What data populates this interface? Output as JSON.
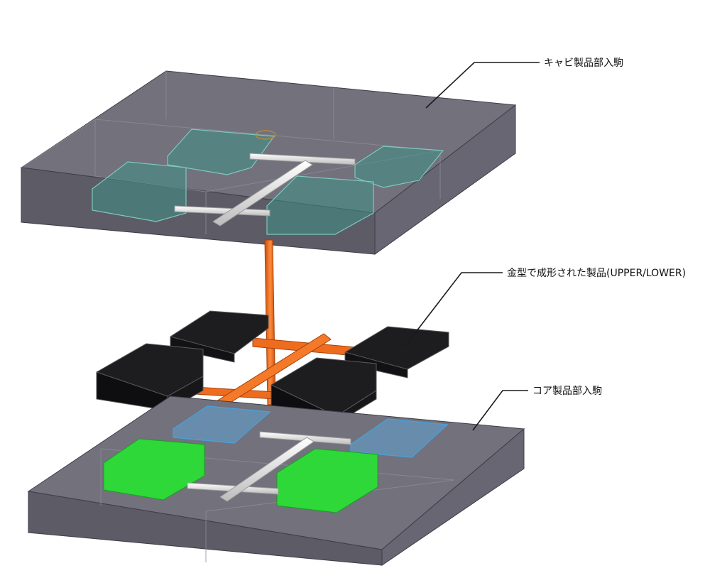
{
  "callouts": {
    "cavity_insert": "キャビ製品部入駒",
    "molded_product": "金型で成形された製品(UPPER/LOWER)",
    "core_insert": "コア製品部入駒"
  },
  "colors": {
    "mold_block_top": "#70707a",
    "mold_block_front": "#5e5e68",
    "mold_block_side": "#6a6a74",
    "mold_edge": "#3a3a44",
    "cavity_insert": "#3f8f86",
    "runner_orange": "#f06a1a",
    "molded_part": "#1c1c1c",
    "core_insert_blue": "#4a9fd8",
    "core_insert_green": "#34d63a",
    "runner_white": "#e6e6e6"
  }
}
